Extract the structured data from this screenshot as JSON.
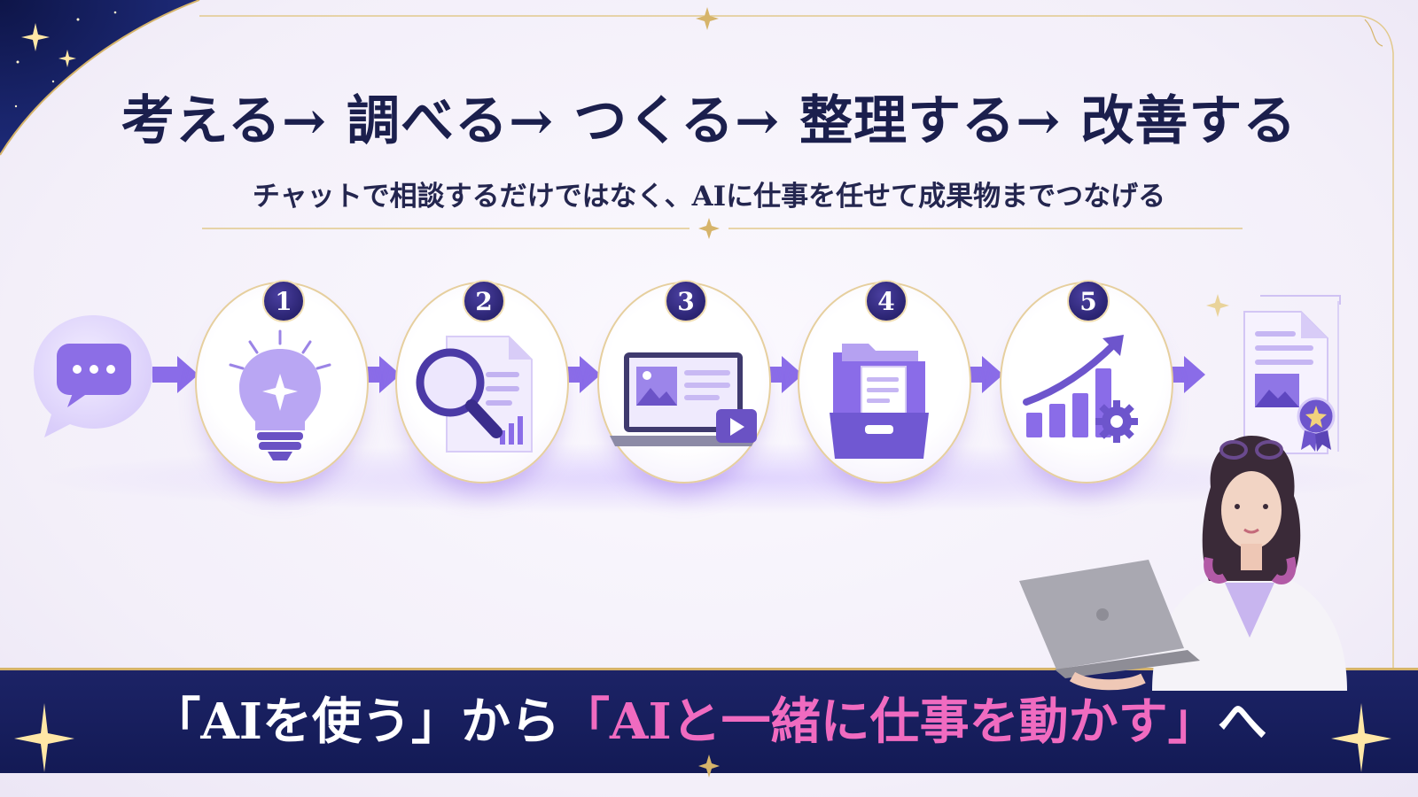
{
  "title": "考える→ 調べる→ つくる→ 整理する→ 改善する",
  "subtitle": "チャットで相談するだけではなく、AIに仕事を任せて成果物までつなげる",
  "steps": [
    {
      "number": "1",
      "icon": "lightbulb-icon"
    },
    {
      "number": "2",
      "icon": "magnifier-document-icon"
    },
    {
      "number": "3",
      "icon": "laptop-media-icon"
    },
    {
      "number": "4",
      "icon": "folder-archive-icon"
    },
    {
      "number": "5",
      "icon": "growth-chart-gear-icon"
    }
  ],
  "start_icon": "chat-bubble-icon",
  "end_icon": "certified-document-icon",
  "banner": {
    "part1": "「AIを使う」から",
    "highlight": "「AIと一緒に仕事を動かす」",
    "part3": "へ"
  },
  "colors": {
    "navy": "#1b2266",
    "gold": "#d6b46a",
    "purple_accent": "#7b5ee0",
    "pink_highlight": "#f06bc0"
  }
}
